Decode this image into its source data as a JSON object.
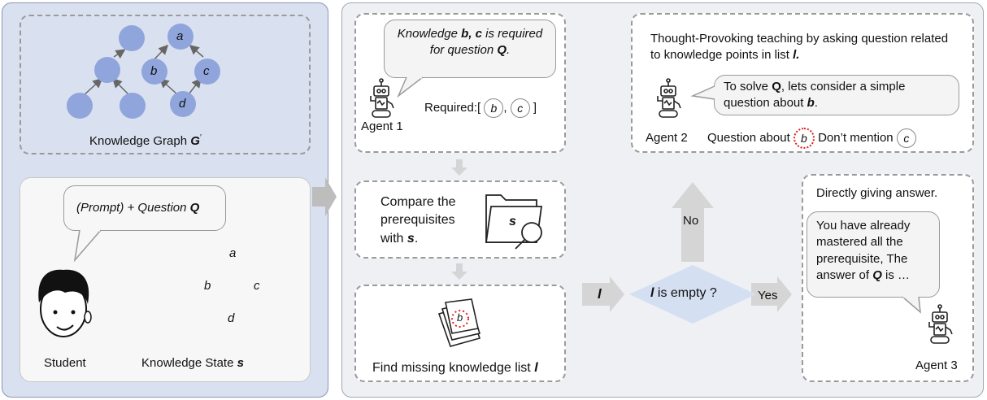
{
  "left": {
    "graph_caption": "Knowledge Graph",
    "graph_caption_symbol": "G",
    "graph_caption_prime": "′",
    "prompt_text": "(Prompt) + Question",
    "prompt_symbol": "Q",
    "student_label": "Student",
    "state_caption": "Knowledge State",
    "state_symbol": "s",
    "node_a": "a",
    "node_b": "b",
    "node_c": "c",
    "node_d": "d"
  },
  "agent1": {
    "bubble_pre": "Knowledge ",
    "bubble_bold": "b, c",
    "bubble_mid": " is required for question ",
    "bubble_q": "Q",
    "bubble_end": ".",
    "label": "Agent 1",
    "required_label": "Required:[",
    "req_b": "b",
    "req_sep": ",",
    "req_c": "c",
    "req_end": "]"
  },
  "compare": {
    "line1": "Compare the",
    "line2": "prerequisites",
    "line3_pre": "with ",
    "line3_sym": "s",
    "line3_end": ".",
    "folder_sym": "s"
  },
  "missing": {
    "text": "Find missing knowledge list",
    "symbol": "l",
    "doc_sym": "b"
  },
  "flow": {
    "l_label": "l",
    "decision_sym": "l",
    "decision_text": "is empty ?",
    "yes": "Yes",
    "no": "No"
  },
  "agent2": {
    "title_pre": "Thought-Provoking teaching by asking question related to knowledge points in list ",
    "title_sym": "l.",
    "bubble_pre": "To solve ",
    "bubble_q": "Q",
    "bubble_mid": ", lets consider a simple question about ",
    "bubble_b": "b",
    "bubble_end": ".",
    "label": "Agent 2",
    "question_about": "Question about",
    "q_sym": "b",
    "dont_mention": "Don’t mention",
    "dm_sym": "c"
  },
  "agent3": {
    "title": "Directly giving answer.",
    "bubble_pre": "You have already mastered all the prerequisite, The answer of ",
    "bubble_q": "Q",
    "bubble_end": " is …",
    "label": "Agent 3"
  },
  "colors": {
    "node_fill": "#8fa5dc",
    "left_panel": "#d9e0ef",
    "right_panel": "#eef0f4",
    "decision_fill": "#d4dff2",
    "arrow_gray": "#d5d5d5",
    "red_dotted": "#e02020"
  }
}
